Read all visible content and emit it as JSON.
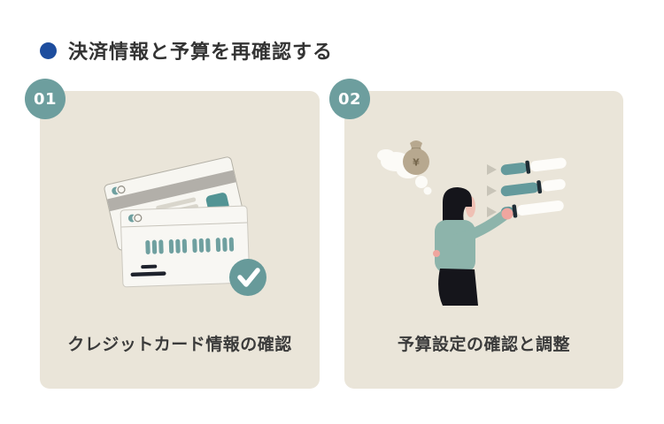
{
  "header": {
    "title": "決済情報と予算を再確認する",
    "bullet_color": "#1d4d9e"
  },
  "cards": [
    {
      "number": "01",
      "label": "クレジットカード情報の確認",
      "illustration": "credit-cards-with-checkmark"
    },
    {
      "number": "02",
      "label": "予算設定の確認と調整",
      "illustration": "person-adjusting-budget-sliders-with-money-bag"
    }
  ],
  "icons": {
    "yen_symbol": "¥",
    "checkmark": "✓"
  },
  "colors": {
    "page_background": "#ffffff",
    "card_background": "#eae5d9",
    "badge_teal": "#6d9e9e",
    "accent_teal": "#6fa0a0",
    "header_blue": "#1d4d9e",
    "text_dark": "#333333",
    "illustration_white": "#f8f7f3",
    "stripe_gray": "#b2afa9",
    "dark_navy": "#1e222c",
    "sweater_green": "#8db4ab",
    "skin_pink": "#efa69f",
    "money_bag_tan": "#b7a88f"
  }
}
